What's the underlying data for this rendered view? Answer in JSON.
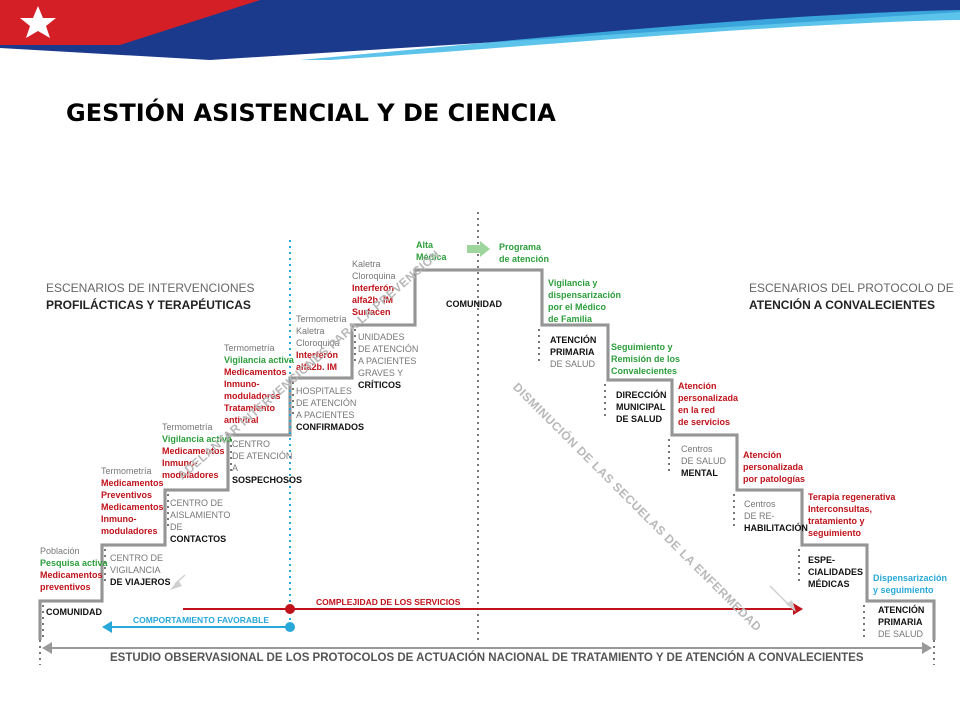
{
  "title": "GESTIÓN ASISTENCIAL Y DE CIENCIA",
  "left_header": {
    "line1": "ESCENARIOS DE INTERVENCIONES",
    "line2": "PROFILÁCTICAS Y TERAPÉUTICAS"
  },
  "right_header": {
    "line1": "ESCENARIOS DEL PROTOCOLO DE",
    "line2": "ATENCIÓN A CONVALECIENTES"
  },
  "left_steps": [
    {
      "name": [
        "COMUNIDAD"
      ],
      "actions": [
        [
          "Población",
          "grey"
        ],
        [
          "Pesquisa activa",
          "green"
        ],
        [
          "Medicamentos",
          "red"
        ],
        [
          "preventivos",
          "red"
        ]
      ]
    },
    {
      "name": [
        "CENTRO DE",
        "VIGILANCIA",
        "DE VIAJEROS"
      ],
      "actions": [
        [
          "Termometría",
          "grey"
        ],
        [
          "Medicamentos",
          "red"
        ],
        [
          "Preventivos",
          "red"
        ],
        [
          "Medicamentos",
          "red"
        ],
        [
          "Inmuno-",
          "red"
        ],
        [
          "moduladores",
          "red"
        ]
      ]
    },
    {
      "name": [
        "CENTRO DE",
        "AISLAMIENTO",
        "DE",
        "CONTACTOS"
      ],
      "actions": [
        [
          "Termometría",
          "grey"
        ],
        [
          "Vigilancia activa",
          "green"
        ],
        [
          "Medicamentos",
          "red"
        ],
        [
          "Inmuno-",
          "red"
        ],
        [
          "moduladores",
          "red"
        ]
      ]
    },
    {
      "name": [
        "CENTRO",
        "DE ATENCIÓN",
        "A",
        "SOSPECHOSOS"
      ],
      "actions": [
        [
          "Termometría",
          "grey"
        ],
        [
          "Vigilancia activa",
          "green"
        ],
        [
          "Medicamentos",
          "red"
        ],
        [
          "Inmuno-",
          "red"
        ],
        [
          "moduladores",
          "red"
        ],
        [
          "Tratamiento",
          "red"
        ],
        [
          "antiviral",
          "red"
        ]
      ]
    },
    {
      "name": [
        "HOSPITALES",
        "DE ATENCIÓN",
        "A PACIENTES",
        "CONFIRMADOS"
      ],
      "actions": [
        [
          "Termometría",
          "grey"
        ],
        [
          "Kaletra",
          "grey"
        ],
        [
          "Cloroquina",
          "grey"
        ],
        [
          "Interferón",
          "red"
        ],
        [
          "alfa2b. IM",
          "red"
        ]
      ]
    },
    {
      "name": [
        "UNIDADES",
        "DE ATENCIÓN",
        "A PACIENTES",
        "GRAVES Y",
        "CRÍTICOS"
      ],
      "actions": [
        [
          "Kaletra",
          "grey"
        ],
        [
          "Cloroquina",
          "grey"
        ],
        [
          "Interferón",
          "red"
        ],
        [
          "alfa2b. IM",
          "red"
        ],
        [
          "Surfacen",
          "red"
        ]
      ]
    }
  ],
  "top": {
    "name": "COMUNIDAD",
    "alta": [
      "Alta",
      "Médica"
    ],
    "programa": [
      "Programa",
      "de atención"
    ]
  },
  "right_steps": [
    {
      "name": [
        "ATENCIÓN",
        "PRIMARIA",
        "DE SALUD"
      ],
      "actions": [
        [
          "Vigilancia y",
          "green"
        ],
        [
          "dispensarización",
          "green"
        ],
        [
          "por el Médico",
          "green"
        ],
        [
          "de Familia",
          "green"
        ]
      ]
    },
    {
      "name": [
        "DIRECCIÓN",
        "MUNICIPAL",
        "DE SALUD"
      ],
      "actions": [
        [
          "Seguimiento y",
          "green"
        ],
        [
          "Remisión de los",
          "green"
        ],
        [
          "Convalecientes",
          "green"
        ]
      ]
    },
    {
      "name": [
        "Centros",
        "DE SALUD",
        "MENTAL"
      ],
      "actions": [
        [
          "Atención",
          "red"
        ],
        [
          "personalizada",
          "red"
        ],
        [
          "en la red",
          "red"
        ],
        [
          "de servicios",
          "red"
        ]
      ]
    },
    {
      "name": [
        "Centros",
        "DE RE-",
        "HABILITACIÓN"
      ],
      "actions": [
        [
          "Atención",
          "red"
        ],
        [
          "personalizada",
          "red"
        ],
        [
          "por patologías",
          "red"
        ]
      ]
    },
    {
      "name": [
        "ESPE-",
        "CIALIDADES",
        "MÉDICAS"
      ],
      "actions": [
        [
          "Terapia regenerativa",
          "red"
        ],
        [
          "Interconsultas,",
          "red"
        ],
        [
          "tratamiento y",
          "red"
        ],
        [
          "seguimiento",
          "red"
        ]
      ]
    },
    {
      "name": [
        "ATENCIÓN",
        "PRIMARIA",
        "DE SALUD"
      ],
      "actions": [
        [
          "Dispensarización",
          "blue"
        ],
        [
          "y seguimiento",
          "blue"
        ]
      ]
    }
  ],
  "diagonal_left": "ADELANTAR INTERVENCIONES PARA LA PREVENCIÓN",
  "diagonal_right": "DISMINUCIÓN DE LAS SECUELAS DE LA ENFERMEDAD",
  "complejidad": "COMPLEJIDAD DE LOS SERVICIOS",
  "comportamiento": "COMPORTAMIENTO FAVORABLE",
  "study": "ESTUDIO OBSERVASIONAL DE LOS PROTOCOLOS DE ACTUACIÓN NACIONAL DE TRATAMIENTO Y DE ATENCIÓN A CONVALECIENTES",
  "colors": {
    "green": "#2c9f3c",
    "red": "#c0121a",
    "blue": "#28a8d8",
    "navy": "#1b3a8c"
  }
}
